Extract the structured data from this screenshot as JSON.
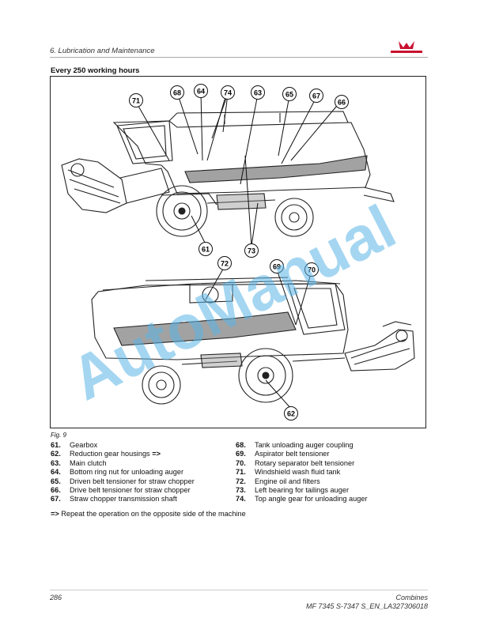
{
  "header": {
    "title": "6. Lubrication and Maintenance"
  },
  "section_title": "Every 250 working hours",
  "figure": {
    "caption": "Fig. 9",
    "callouts_top": [
      "68",
      "64",
      "74",
      "63",
      "65",
      "67",
      "66",
      "71",
      "61",
      "73"
    ],
    "callouts_bottom": [
      "72",
      "69",
      "70",
      "62"
    ]
  },
  "legend_left": [
    {
      "num": "61.",
      "text": "Gearbox",
      "suffix": ""
    },
    {
      "num": "62.",
      "text": "Reduction gear housings ",
      "suffix": "=>"
    },
    {
      "num": "63.",
      "text": "Main clutch",
      "suffix": ""
    },
    {
      "num": "64.",
      "text": "Bottom ring nut for unloading auger",
      "suffix": ""
    },
    {
      "num": "65.",
      "text": "Driven belt tensioner for straw chopper",
      "suffix": ""
    },
    {
      "num": "66.",
      "text": "Drive belt tensioner for straw chopper",
      "suffix": ""
    },
    {
      "num": "67.",
      "text": "Straw chopper transmission shaft",
      "suffix": ""
    }
  ],
  "legend_right": [
    {
      "num": "68.",
      "text": "Tank unloading auger coupling"
    },
    {
      "num": "69.",
      "text": "Aspirator belt tensioner"
    },
    {
      "num": "70.",
      "text": "Rotary separator belt tensioner"
    },
    {
      "num": "71.",
      "text": "Windshield wash fluid tank"
    },
    {
      "num": "72.",
      "text": "Engine oil and filters"
    },
    {
      "num": "73.",
      "text": "Left bearing for tailings auger"
    },
    {
      "num": "74.",
      "text": "Top angle gear for unloading auger"
    }
  ],
  "note": {
    "symbol": "=>",
    "text": " Repeat the operation on the opposite side of the machine"
  },
  "footer": {
    "page": "286",
    "product": "Combines",
    "doc_code": "MF 7345 S-7347 S_EN_LA327306018"
  },
  "watermark": "AutoManual",
  "colors": {
    "brand": "#c8102e",
    "watermark": "#5ab4e6"
  }
}
